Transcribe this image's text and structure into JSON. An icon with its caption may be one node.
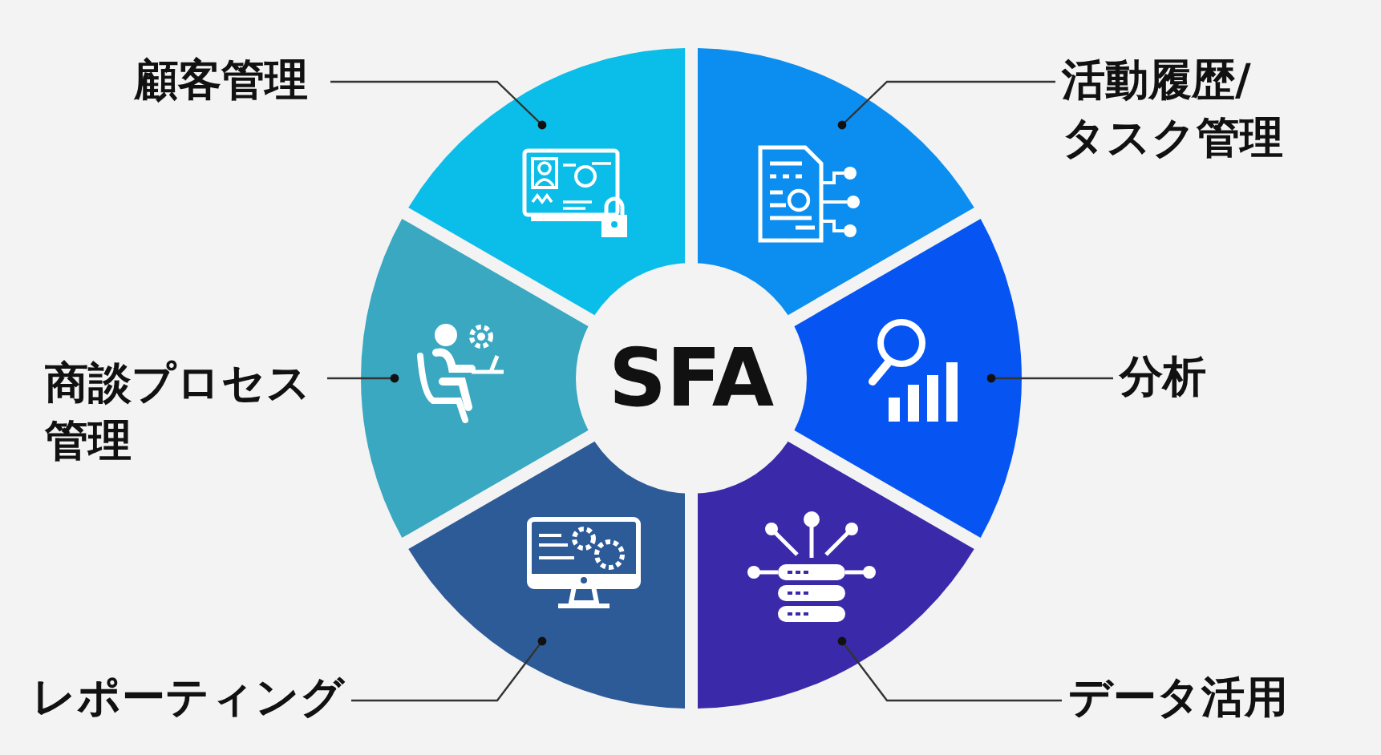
{
  "diagram": {
    "nodes": [
      {
        "text": [
          "顧客管理"
        ]
      },
      {
        "text": [
          "活動履歴/タスク管理"
        ]
      },
      {
        "text": [
          "商談プロセス管理"
        ]
      },
      {
        "text": [
          "分析"
        ]
      },
      {
        "text": [
          "レポーティング"
        ]
      },
      {
        "text": [
          "データ活用"
        ]
      },
      {
        "text": [
          "SFA"
        ]
      },
      {
        "text": [],
        "shape": "sector"
      },
      {
        "text": [],
        "shape": "sector"
      },
      {
        "text": [],
        "shape": "sector"
      },
      {
        "text": [],
        "shape": "sector"
      },
      {
        "text": [],
        "shape": "sector"
      },
      {
        "text": [],
        "shape": "sector"
      }
    ],
    "edges": [
      {
        "from": 0,
        "to": 7,
        "arrow": "other"
      },
      {
        "from": 1,
        "to": 8,
        "arrow": "other"
      },
      {
        "from": 2,
        "to": 9,
        "arrow": "other"
      },
      {
        "from": 3,
        "to": 10,
        "arrow": "other"
      },
      {
        "from": 4,
        "to": 11,
        "arrow": "other"
      },
      {
        "from": 5,
        "to": 12,
        "arrow": "other"
      }
    ]
  }
}
